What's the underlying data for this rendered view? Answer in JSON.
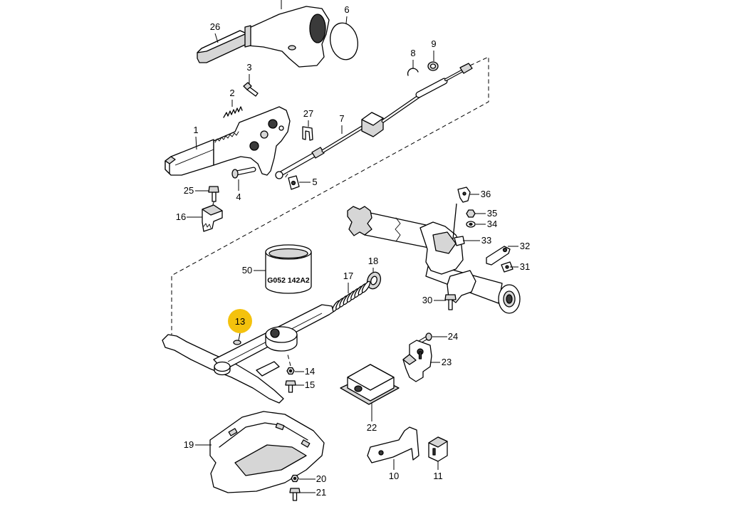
{
  "labels": {
    "p1": "1",
    "p2": "2",
    "p3": "3",
    "p4": "4",
    "p5": "5",
    "p6": "6",
    "p7": "7",
    "p8": "8",
    "p9": "9",
    "p10": "10",
    "p11": "11",
    "p14": "14",
    "p15": "15",
    "p16": "16",
    "p17": "17",
    "p18": "18",
    "p19": "19",
    "p20": "20",
    "p21": "21",
    "p22": "22",
    "p23": "23",
    "p24": "24",
    "p25": "25",
    "p26": "26",
    "p27": "27",
    "p30": "30",
    "p31": "31",
    "p32": "32",
    "p33": "33",
    "p34": "34",
    "p35": "35",
    "p36": "36",
    "p50": "50"
  },
  "selected_callout": "13",
  "part_markings": {
    "sleeve_code": "G052 142A2"
  },
  "colors": {
    "highlight": "#f4c20d",
    "line": "#000000",
    "background": "#ffffff"
  }
}
